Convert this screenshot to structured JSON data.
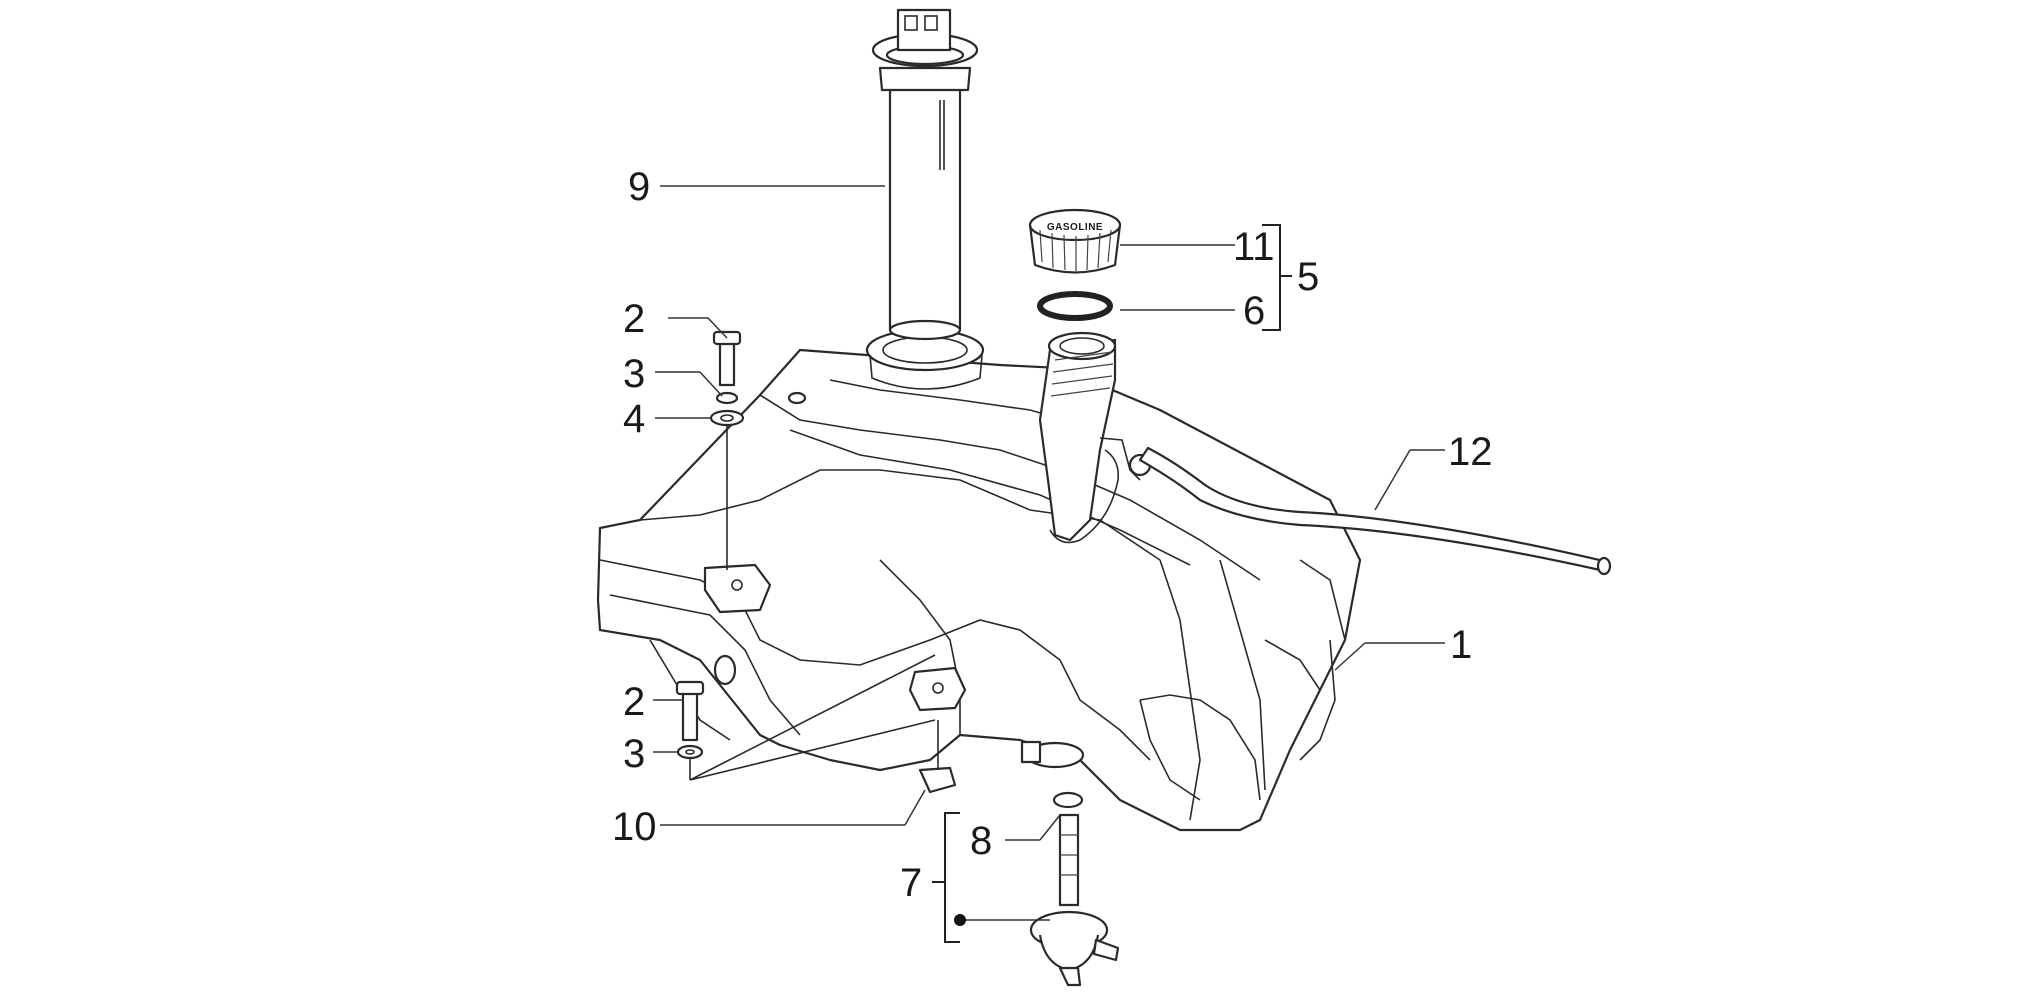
{
  "diagram": {
    "callouts": [
      {
        "id": "9",
        "label": "9"
      },
      {
        "id": "11",
        "label": "11"
      },
      {
        "id": "5",
        "label": "5"
      },
      {
        "id": "6",
        "label": "6"
      },
      {
        "id": "2a",
        "label": "2"
      },
      {
        "id": "3a",
        "label": "3"
      },
      {
        "id": "4",
        "label": "4"
      },
      {
        "id": "12",
        "label": "12"
      },
      {
        "id": "1",
        "label": "1"
      },
      {
        "id": "2b",
        "label": "2"
      },
      {
        "id": "3b",
        "label": "3"
      },
      {
        "id": "10",
        "label": "10"
      },
      {
        "id": "8",
        "label": "8"
      },
      {
        "id": "7",
        "label": "7"
      }
    ],
    "cap_marking": "GASOLINE"
  }
}
